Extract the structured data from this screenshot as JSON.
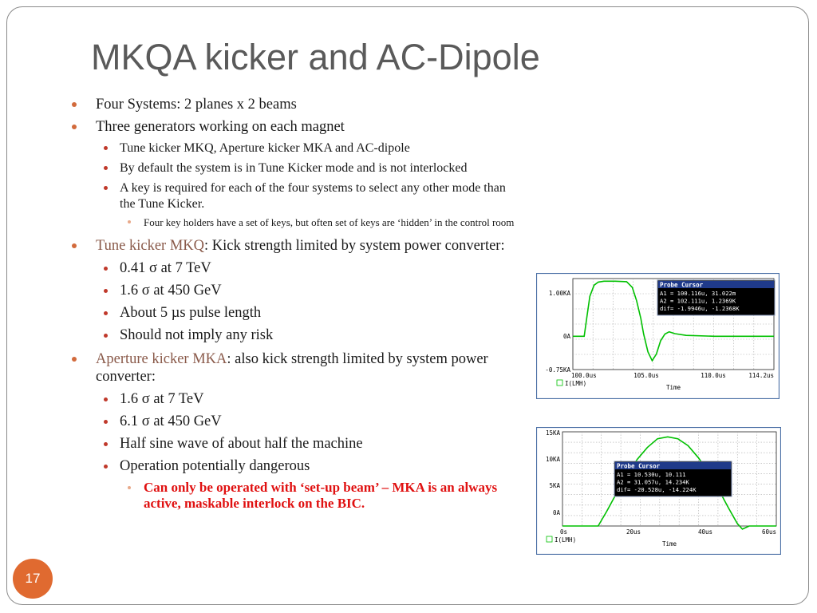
{
  "slide": {
    "title": "MKQA kicker and AC-Dipole",
    "page_number": "17"
  },
  "bullets": {
    "b1": "Four Systems: 2 planes x 2 beams",
    "b2": "Three generators working on each magnet",
    "b2_1": "Tune kicker MKQ, Aperture kicker MKA and AC-dipole",
    "b2_2": "By default the system is in Tune Kicker mode and is not interlocked",
    "b2_3": "A key is required for each of the four systems to select any other mode than the Tune Kicker.",
    "b2_3_1": "Four key holders have a set of keys, but often set of keys are ‘hidden’ in the control room",
    "b3_label": "Tune kicker MKQ",
    "b3_text": ": Kick strength limited by system power converter:",
    "b3_1": "0.41 σ at 7 TeV",
    "b3_2": "1.6 σ at 450 GeV",
    "b3_3": "About 5 µs pulse length",
    "b3_4": "Should not imply any risk",
    "b4_label": "Aperture kicker MKA",
    "b4_text": ": also kick strength limited by system power converter:",
    "b4_1": "1.6 σ at 7 TeV",
    "b4_2": "6.1 σ at 450 GeV",
    "b4_3": "Half sine wave of about half the machine",
    "b4_4": "Operation potentially dangerous",
    "b4_4_1": "Can only be operated with ‘set-up beam’ – MKA is an always active, maskable interlock on the BIC."
  },
  "colors": {
    "bullet": "#d26a3c",
    "accent_text": "#8a5a4a",
    "warning": "#e01010",
    "trace": "#00c000",
    "page_badge": "#e06a30"
  },
  "chart_data": [
    {
      "type": "line",
      "x_tick_labels": [
        "100.0us",
        "105.0us",
        "110.0us",
        "114.2us"
      ],
      "y_tick_labels": [
        "1.00KA",
        "0A",
        "-0.75KA"
      ],
      "xlabel": "Time",
      "legend": "I(LMH)",
      "xlim": [
        100.0,
        114.2
      ],
      "ylim": [
        -0.75,
        1.3
      ],
      "x": [
        100.0,
        100.8,
        101.0,
        101.2,
        101.5,
        101.8,
        102.2,
        103.0,
        103.8,
        104.2,
        104.5,
        104.8,
        105.0,
        105.3,
        105.6,
        105.9,
        106.2,
        106.5,
        106.8,
        107.2,
        108.0,
        110.0,
        114.2
      ],
      "y": [
        0,
        0,
        0.45,
        0.9,
        1.15,
        1.22,
        1.24,
        1.24,
        1.23,
        1.1,
        0.8,
        0.4,
        0.05,
        -0.35,
        -0.55,
        -0.4,
        -0.1,
        0.05,
        0.1,
        0.06,
        0.02,
        0,
        0
      ],
      "probe_cursor": {
        "title": "Probe Cursor",
        "rows": [
          "A1 =  100.116u,    31.022m",
          "A2 =  102.111u,    1.2369K",
          "dif= -1.9946u,   -1.2368K"
        ]
      }
    },
    {
      "type": "line",
      "x_tick_labels": [
        "0s",
        "20us",
        "40us",
        "60us"
      ],
      "y_tick_labels": [
        "15KA",
        "10KA",
        "5KA",
        "0A"
      ],
      "xlabel": "Time",
      "legend": "I(LMH)",
      "xlim": [
        0,
        63
      ],
      "ylim": [
        0,
        15
      ],
      "x": [
        0,
        10.5,
        13,
        16,
        19,
        22,
        25,
        28,
        31,
        34,
        37,
        40,
        43,
        46,
        49,
        51.5,
        53,
        55,
        63
      ],
      "y": [
        0,
        0,
        2.3,
        5.3,
        8.1,
        10.6,
        12.5,
        13.9,
        14.2,
        13.9,
        12.8,
        10.9,
        8.6,
        5.8,
        2.8,
        0.4,
        -0.5,
        0,
        0
      ],
      "probe_cursor": {
        "title": "Probe Cursor",
        "rows": [
          "A1 =   10.530u,     10.111",
          "A2 =   31.057u,    14.234K",
          "dif= -20.528u,   -14.224K"
        ]
      }
    }
  ]
}
